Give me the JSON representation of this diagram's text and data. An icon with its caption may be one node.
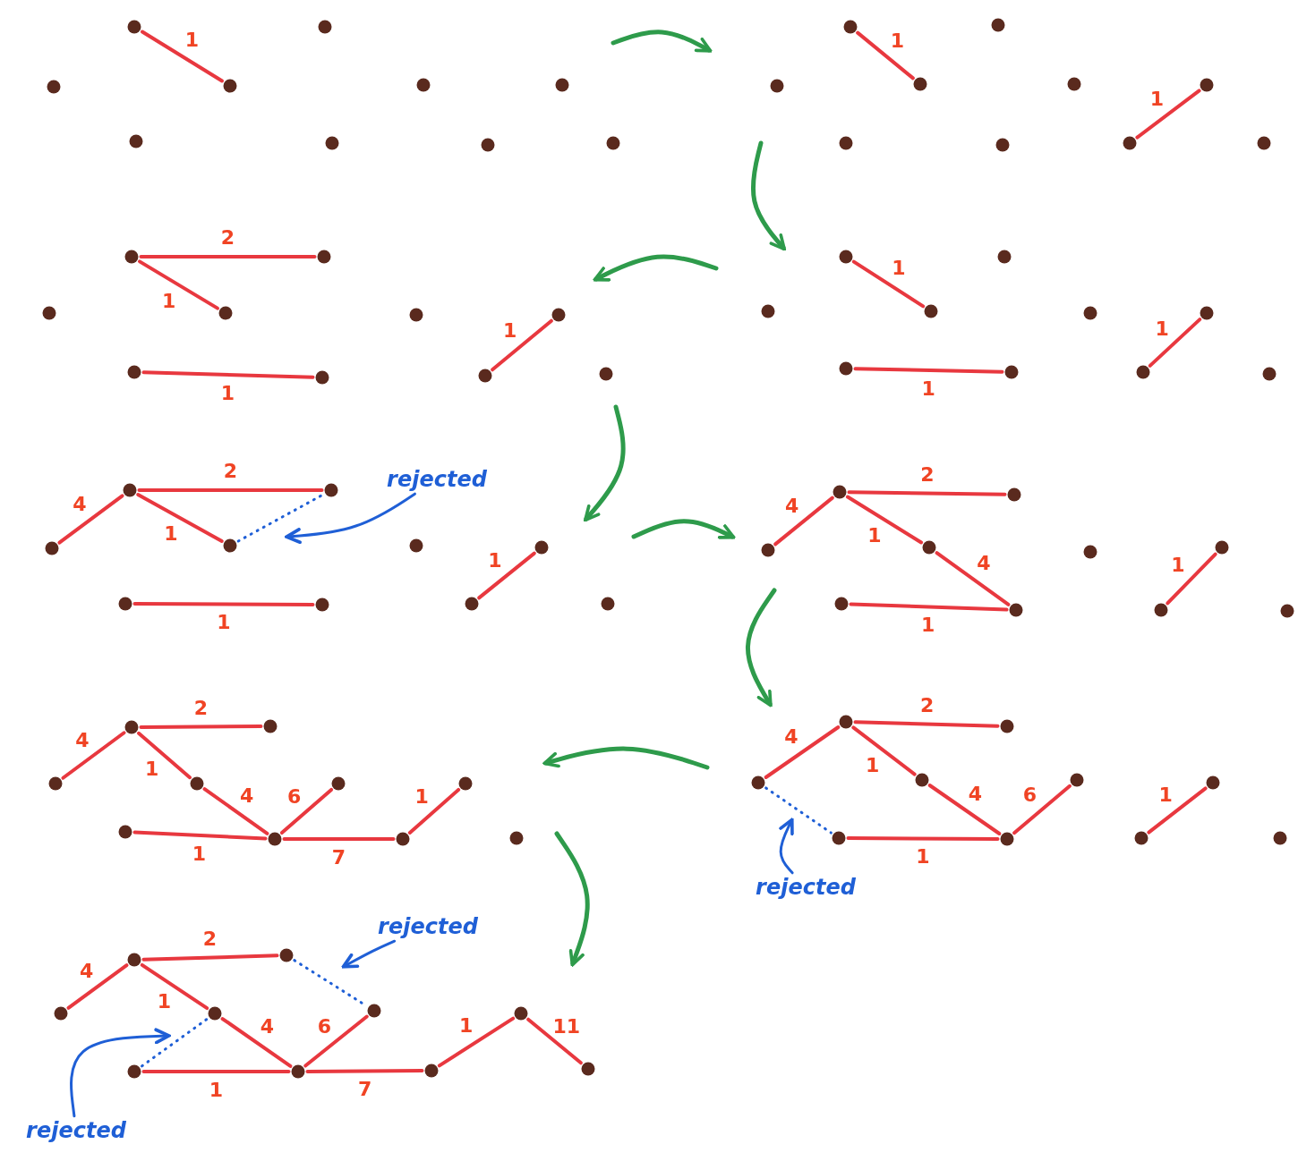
{
  "diagram": {
    "nodes": [
      {
        "text": [],
        "shape": "circle"
      },
      {
        "text": [],
        "shape": "circle"
      },
      {
        "text": [],
        "shape": "circle"
      },
      {
        "text": [],
        "shape": "circle"
      },
      {
        "text": [],
        "shape": "circle"
      },
      {
        "text": [],
        "shape": "circle"
      },
      {
        "text": [],
        "shape": "circle"
      },
      {
        "text": [],
        "shape": "circle"
      },
      {
        "text": [],
        "shape": "circle"
      },
      {
        "text": [],
        "shape": "circle"
      },
      {
        "text": [],
        "shape": "circle"
      },
      {
        "text": [],
        "shape": "circle"
      },
      {
        "text": [],
        "shape": "circle"
      },
      {
        "text": [],
        "shape": "circle"
      },
      {
        "text": [],
        "shape": "circle"
      },
      {
        "text": [],
        "shape": "circle"
      },
      {
        "text": [],
        "shape": "circle"
      },
      {
        "text": [],
        "shape": "circle"
      },
      {
        "text": [],
        "shape": "circle"
      },
      {
        "text": [],
        "shape": "circle"
      },
      {
        "text": [],
        "shape": "circle"
      },
      {
        "text": [],
        "shape": "circle"
      },
      {
        "text": [],
        "shape": "circle"
      },
      {
        "text": [],
        "shape": "circle"
      },
      {
        "text": [],
        "shape": "circle"
      },
      {
        "text": [],
        "shape": "circle"
      },
      {
        "text": [],
        "shape": "circle"
      },
      {
        "text": [],
        "shape": "circle"
      },
      {
        "text": [],
        "shape": "circle"
      },
      {
        "text": [],
        "shape": "circle"
      },
      {
        "text": [],
        "shape": "circle"
      },
      {
        "text": [],
        "shape": "circle"
      },
      {
        "text": [],
        "shape": "circle"
      },
      {
        "text": [],
        "shape": "circle"
      },
      {
        "text": [],
        "shape": "circle"
      },
      {
        "text": [],
        "shape": "circle"
      },
      {
        "text": [],
        "shape": "circle"
      },
      {
        "text": [],
        "shape": "circle"
      },
      {
        "text": [],
        "shape": "circle"
      },
      {
        "text": [],
        "shape": "circle"
      },
      {
        "text": [],
        "shape": "circle"
      },
      {
        "text": [],
        "shape": "circle"
      },
      {
        "text": [],
        "shape": "circle"
      },
      {
        "text": [],
        "shape": "circle"
      },
      {
        "text": [],
        "shape": "circle"
      },
      {
        "text": [],
        "shape": "circle"
      },
      {
        "text": [],
        "shape": "circle"
      },
      {
        "text": [],
        "shape": "circle"
      },
      {
        "text": [],
        "shape": "circle"
      },
      {
        "text": [],
        "shape": "circle"
      },
      {
        "text": [],
        "shape": "circle"
      },
      {
        "text": [],
        "shape": "circle"
      },
      {
        "text": [],
        "shape": "circle"
      },
      {
        "text": [],
        "shape": "circle"
      },
      {
        "text": [],
        "shape": "circle"
      },
      {
        "text": [],
        "shape": "circle"
      },
      {
        "text": [],
        "shape": "circle"
      },
      {
        "text": [],
        "shape": "circle"
      },
      {
        "text": [],
        "shape": "circle"
      },
      {
        "text": [],
        "shape": "circle"
      },
      {
        "text": [],
        "shape": "circle"
      },
      {
        "text": [],
        "shape": "circle"
      },
      {
        "text": [],
        "shape": "circle"
      },
      {
        "text": [],
        "shape": "circle"
      },
      {
        "text": [],
        "shape": "circle"
      },
      {
        "text": [],
        "shape": "circle"
      },
      {
        "text": [],
        "shape": "circle"
      },
      {
        "text": [],
        "shape": "circle"
      },
      {
        "text": [],
        "shape": "circle"
      },
      {
        "text": [],
        "shape": "circle"
      },
      {
        "text": [],
        "shape": "circle"
      },
      {
        "text": [],
        "shape": "circle"
      },
      {
        "text": [],
        "shape": "circle"
      },
      {
        "text": [],
        "shape": "circle"
      },
      {
        "text": [],
        "shape": "circle"
      },
      {
        "text": [],
        "shape": "circle"
      },
      {
        "text": [],
        "shape": "circle"
      },
      {
        "text": [],
        "shape": "circle"
      },
      {
        "text": [],
        "shape": "circle"
      },
      {
        "text": [],
        "shape": "circle"
      },
      {
        "text": [],
        "shape": "circle"
      },
      {
        "text": [],
        "shape": "circle"
      },
      {
        "text": [],
        "shape": "circle"
      },
      {
        "text": [],
        "shape": "circle"
      },
      {
        "text": [],
        "shape": "circle"
      },
      {
        "text": [],
        "shape": "circle"
      },
      {
        "text": [],
        "shape": "circle"
      },
      {
        "text": [],
        "shape": "circle"
      },
      {
        "text": [],
        "shape": "circle"
      },
      {
        "text": [],
        "shape": "circle"
      },
      {
        "text": [
          "rejected"
        ]
      },
      {
        "text": [
          "rejected"
        ]
      },
      {
        "text": [
          "rejected"
        ]
      },
      {
        "text": [
          "rejected"
        ]
      }
    ],
    "edges": [
      {
        "from": 0,
        "to": 3,
        "arrow": "none",
        "label": "1"
      },
      {
        "from": 10,
        "to": 13,
        "arrow": "none",
        "label": "1"
      },
      {
        "from": 18,
        "to": 15,
        "arrow": "none",
        "label": "1"
      },
      {
        "from": 20,
        "to": 21,
        "arrow": "none",
        "label": "2"
      },
      {
        "from": 20,
        "to": 23,
        "arrow": "none",
        "label": "1"
      },
      {
        "from": 26,
        "to": 27,
        "arrow": "none",
        "label": "1"
      },
      {
        "from": 28,
        "to": 25,
        "arrow": "none",
        "label": "1"
      },
      {
        "from": 30,
        "to": 33,
        "arrow": "none",
        "label": "1"
      },
      {
        "from": 38,
        "to": 35,
        "arrow": "none",
        "label": "1"
      },
      {
        "from": 36,
        "to": 37,
        "arrow": "none",
        "label": "1"
      },
      {
        "from": 42,
        "to": 40,
        "arrow": "none",
        "label": "4"
      },
      {
        "from": 40,
        "to": 41,
        "arrow": "none",
        "label": "2"
      },
      {
        "from": 40,
        "to": 43,
        "arrow": "none",
        "label": "1"
      },
      {
        "from": 46,
        "to": 47,
        "arrow": "none",
        "label": "1"
      },
      {
        "from": 48,
        "to": 45,
        "arrow": "none",
        "label": "1"
      },
      {
        "from": 43,
        "to": 41,
        "arrow": "none",
        "style": "dashed",
        "color": "#1f5fd6"
      },
      {
        "from": 52,
        "to": 50,
        "arrow": "none",
        "label": "4"
      },
      {
        "from": 50,
        "to": 51,
        "arrow": "none",
        "label": "2"
      },
      {
        "from": 50,
        "to": 53,
        "arrow": "none",
        "label": "1"
      },
      {
        "from": 53,
        "to": 57,
        "arrow": "none",
        "label": "4"
      },
      {
        "from": 56,
        "to": 57,
        "arrow": "none",
        "label": "1"
      },
      {
        "from": 58,
        "to": 55,
        "arrow": "none",
        "label": "1"
      },
      {
        "from": 62,
        "to": 60,
        "arrow": "none",
        "label": "4"
      },
      {
        "from": 60,
        "to": 61,
        "arrow": "none",
        "label": "2"
      },
      {
        "from": 60,
        "to": 63,
        "arrow": "none",
        "label": "1"
      },
      {
        "from": 63,
        "to": 67,
        "arrow": "none",
        "label": "4"
      },
      {
        "from": 67,
        "to": 64,
        "arrow": "none",
        "label": "6"
      },
      {
        "from": 66,
        "to": 67,
        "arrow": "none",
        "label": "1"
      },
      {
        "from": 67,
        "to": 68,
        "arrow": "none",
        "label": "7"
      },
      {
        "from": 68,
        "to": 65,
        "arrow": "none",
        "label": "1"
      },
      {
        "from": 72,
        "to": 70,
        "arrow": "none",
        "label": "4"
      },
      {
        "from": 70,
        "to": 71,
        "arrow": "none",
        "label": "2"
      },
      {
        "from": 70,
        "to": 73,
        "arrow": "none",
        "label": "1"
      },
      {
        "from": 73,
        "to": 77,
        "arrow": "none",
        "label": "4"
      },
      {
        "from": 77,
        "to": 74,
        "arrow": "none",
        "label": "6"
      },
      {
        "from": 76,
        "to": 77,
        "arrow": "none",
        "label": "1"
      },
      {
        "from": 78,
        "to": 75,
        "arrow": "none",
        "label": "1"
      },
      {
        "from": 72,
        "to": 76,
        "arrow": "none",
        "style": "dashed",
        "color": "#1f5fd6"
      },
      {
        "from": 82,
        "to": 80,
        "arrow": "none",
        "label": "4"
      },
      {
        "from": 80,
        "to": 81,
        "arrow": "none",
        "label": "2"
      },
      {
        "from": 80,
        "to": 83,
        "arrow": "none",
        "label": "1"
      },
      {
        "from": 83,
        "to": 87,
        "arrow": "none",
        "label": "4"
      },
      {
        "from": 87,
        "to": 84,
        "arrow": "none",
        "label": "6"
      },
      {
        "from": 86,
        "to": 87,
        "arrow": "none",
        "label": "1"
      },
      {
        "from": 87,
        "to": 88,
        "arrow": "none",
        "label": "7"
      },
      {
        "from": 88,
        "to": 85,
        "arrow": "none",
        "label": "1"
      },
      {
        "from": 85,
        "to": 89,
        "arrow": "none",
        "label": "11"
      },
      {
        "from": 81,
        "to": 84,
        "arrow": "none",
        "style": "dashed",
        "color": "#1f5fd6"
      },
      {
        "from": 86,
        "to": 83,
        "arrow": "none",
        "style": "dashed",
        "color": "#1f5fd6"
      },
      {
        "from": 90,
        "to": null,
        "arrow": "to",
        "color": "#1f5fd6"
      },
      {
        "from": 91,
        "to": null,
        "arrow": "to",
        "color": "#1f5fd6"
      },
      {
        "from": 92,
        "to": null,
        "arrow": "to",
        "color": "#1f5fd6"
      },
      {
        "from": 93,
        "to": null,
        "arrow": "to",
        "color": "#1f5fd6"
      }
    ]
  }
}
